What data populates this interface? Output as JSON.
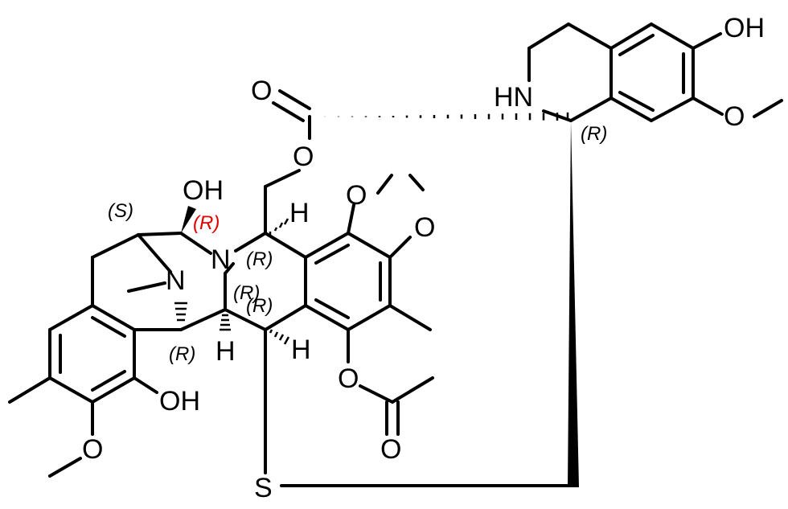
{
  "atom_labels": {
    "oh_top_right": "OH",
    "nh": "HN",
    "o_carbonyl_top": "O",
    "o_ester": "O",
    "o_methoxy_right": "O",
    "o_dioxole_upper": "O",
    "o_dioxole_lower": "O",
    "oh_hemiaminal": "OH",
    "h_ring_fusion": "H",
    "n_central": "N",
    "n_methyl_bridge": "N",
    "h_center_lower": "H",
    "h_center_right": "H",
    "oh_phenol": "OH",
    "o_acetate": "O",
    "o_acetate_carbonyl": "O",
    "o_methoxy_left": "O",
    "s": "S"
  },
  "stereo_labels": {
    "r_thiq": "(R)",
    "s_bridge": "(S)",
    "r_hemiaminal": "(R)",
    "r_ring_fusion": "(R)",
    "r_center_a": "(R)",
    "r_center_b": "(R)",
    "r_lower": "(R)"
  },
  "colors": {
    "bond": "#000000",
    "text": "#000000",
    "highlight": "#e00000"
  }
}
